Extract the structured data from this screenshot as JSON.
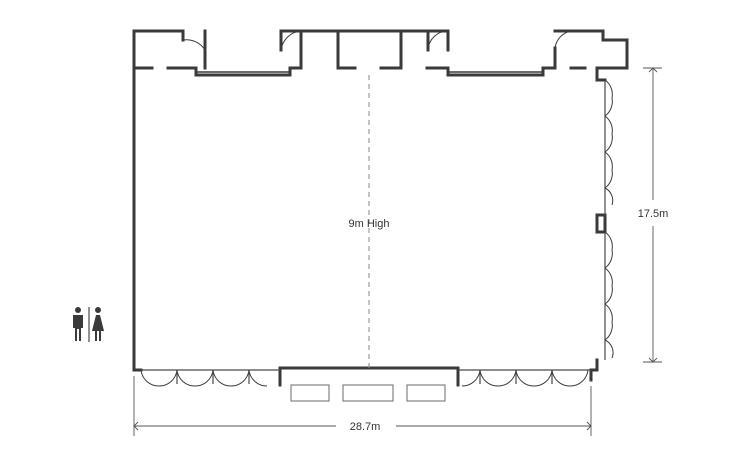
{
  "labels": {
    "height": "9m High",
    "depth": "17.5m",
    "width": "28.7m"
  },
  "icons": {
    "restroom": "restroom-male-female-icon"
  },
  "colors": {
    "wall": "#3a3a3a",
    "dimension": "#555555",
    "centerline": "#8a8a8a"
  }
}
